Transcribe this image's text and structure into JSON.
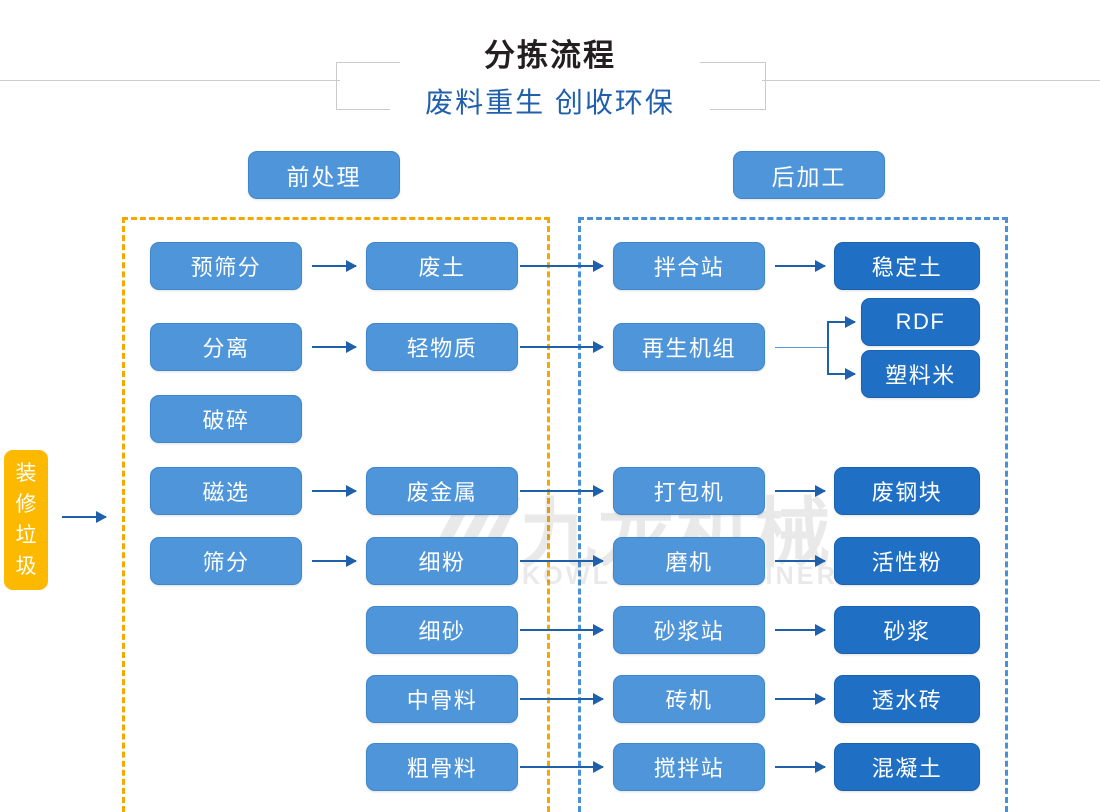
{
  "title": {
    "main": "分拣流程",
    "sub": "废料重生 创收环保"
  },
  "watermark": {
    "cn": "九龙机械",
    "en": "KOWLOONMACHINERY"
  },
  "sections": {
    "pre_label": "前处理",
    "post_label": "后加工"
  },
  "input": {
    "label": "装修垃圾"
  },
  "colors": {
    "node_light": "#4e95d9",
    "node_dark": "#1f6fc4",
    "input_yellow": "#fcb900",
    "dash_orange": "#f5a800",
    "dash_blue": "#4a90d9",
    "arrow_blue": "#1f60ab",
    "title_dark": "#231f20",
    "subtitle_blue": "#1f5fad"
  },
  "nodes": {
    "pre_process": [
      {
        "id": "pre-screening",
        "label": "预筛分"
      },
      {
        "id": "separation",
        "label": "分离"
      },
      {
        "id": "crushing",
        "label": "破碎"
      },
      {
        "id": "magnetic",
        "label": "磁选"
      },
      {
        "id": "screening",
        "label": "筛分"
      }
    ],
    "materials": [
      {
        "id": "waste-soil",
        "label": "废土"
      },
      {
        "id": "light-material",
        "label": "轻物质"
      },
      {
        "id": "waste-metal",
        "label": "废金属"
      },
      {
        "id": "fine-powder",
        "label": "细粉"
      },
      {
        "id": "fine-sand",
        "label": "细砂"
      },
      {
        "id": "medium-aggregate",
        "label": "中骨料"
      },
      {
        "id": "coarse-aggregate",
        "label": "粗骨料"
      }
    ],
    "post_process": [
      {
        "id": "mixing-station",
        "label": "拌合站"
      },
      {
        "id": "recycling-unit",
        "label": "再生机组"
      },
      {
        "id": "baler",
        "label": "打包机"
      },
      {
        "id": "grinder",
        "label": "磨机"
      },
      {
        "id": "mortar-station",
        "label": "砂浆站"
      },
      {
        "id": "brick-machine",
        "label": "砖机"
      },
      {
        "id": "batching-station",
        "label": "搅拌站"
      }
    ],
    "products": [
      {
        "id": "stabilized-soil",
        "label": "稳定土"
      },
      {
        "id": "rdf",
        "label": "RDF"
      },
      {
        "id": "plastic-pellets",
        "label": "塑料米"
      },
      {
        "id": "scrap-steel",
        "label": "废钢块"
      },
      {
        "id": "active-powder",
        "label": "活性粉"
      },
      {
        "id": "mortar",
        "label": "砂浆"
      },
      {
        "id": "permeable-brick",
        "label": "透水砖"
      },
      {
        "id": "concrete",
        "label": "混凝土"
      }
    ]
  }
}
